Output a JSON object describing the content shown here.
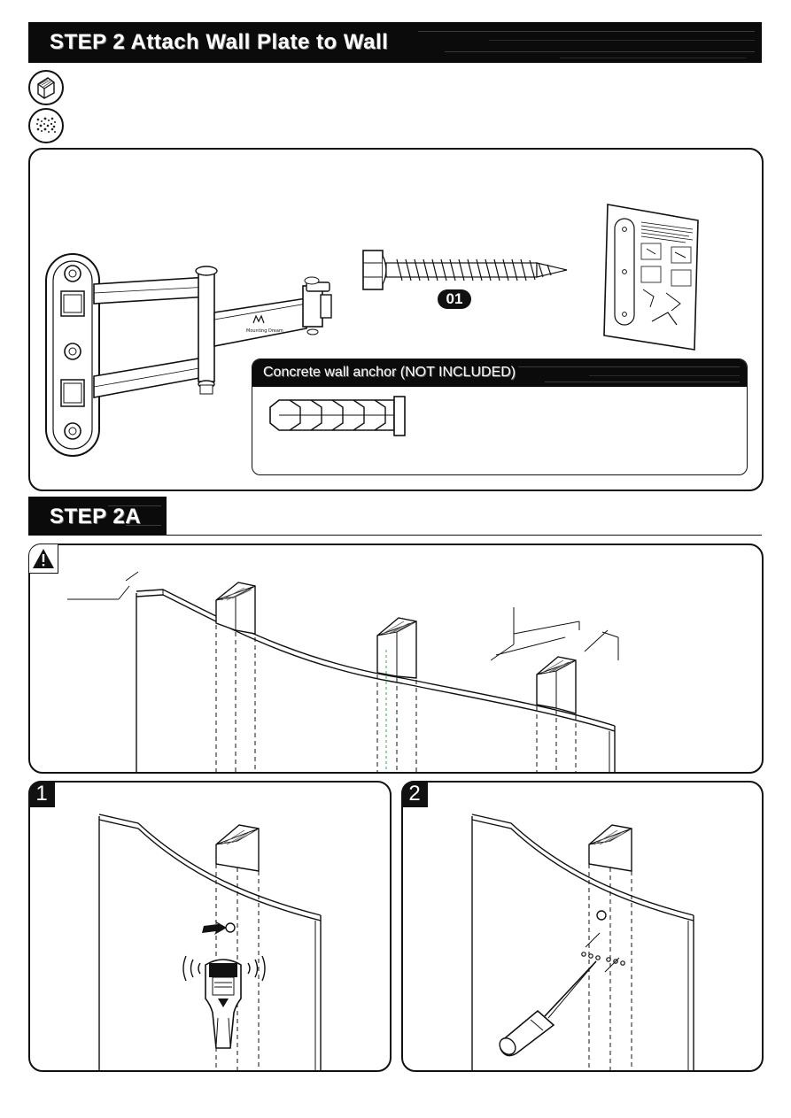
{
  "step2": {
    "title": "STEP 2 Attach Wall Plate to Wall",
    "part_label": "01",
    "anchor_title": "Concrete wall anchor (NOT INCLUDED)",
    "mount_logo": "Mounting Dream"
  },
  "step2a": {
    "title": "STEP 2A",
    "panels": [
      {
        "number": "1"
      },
      {
        "number": "2"
      }
    ]
  },
  "icons": [
    "wood-stud-icon",
    "concrete-wall-icon",
    "warning-icon",
    "stud-finder-icon",
    "awl-icon"
  ]
}
